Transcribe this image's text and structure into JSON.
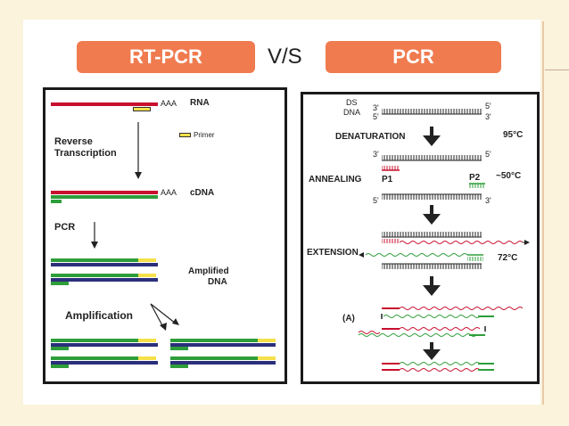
{
  "header": {
    "left_title": "RT-PCR",
    "vs": "V/S",
    "right_title": "PCR"
  },
  "rtpcr": {
    "aaa1": "AAA",
    "rna": "RNA",
    "primer": "Primer",
    "reverse": "Reverse",
    "transcription": "Transcription",
    "aaa2": "AAA",
    "cdna": "cDNA",
    "pcr": "PCR",
    "amplified": "Amplified",
    "dna": "DNA",
    "amplification": "Amplification"
  },
  "pcr": {
    "ds": "DS",
    "dna": "DNA",
    "p3a": "3'",
    "p5a": "5'",
    "p5b": "5'",
    "p3b": "3'",
    "denaturation": "DENATURATION",
    "temp1": "95°C",
    "p3c": "3'",
    "p5c": "5'",
    "annealing": "ANNEALING",
    "p1": "P1",
    "p2": "P2",
    "temp2": "~50°C",
    "p5d": "5'",
    "p3d": "3'",
    "extension": "EXTENSION",
    "temp3": "72°C",
    "a_label": "(A)"
  },
  "colors": {
    "accent": "#f07b4f",
    "red": "#c8102e",
    "green": "#2e9e3a",
    "navy": "#2b2f7a",
    "yellow": "#f5e04a"
  }
}
